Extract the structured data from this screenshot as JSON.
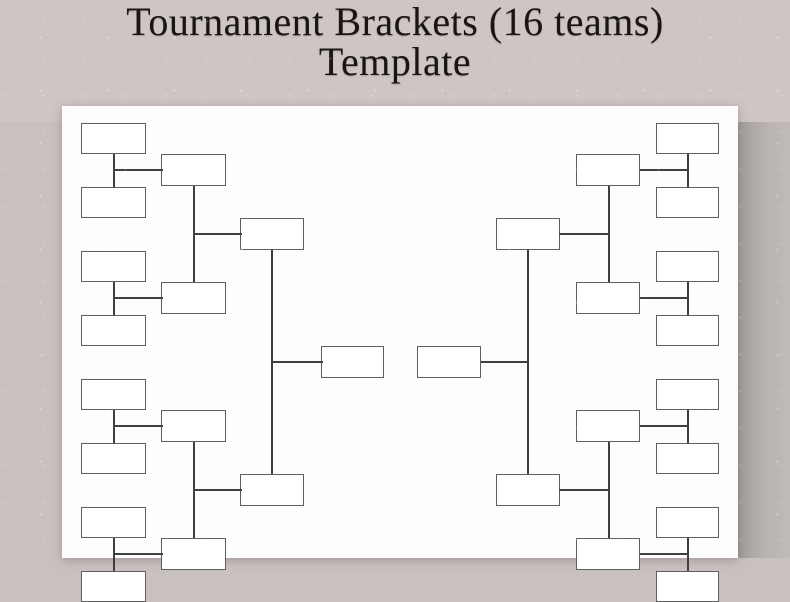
{
  "title": {
    "line1": "Tournament Brackets (16 teams)",
    "line2": "Template"
  },
  "bracket": {
    "team_count": 16,
    "type": "single-elimination",
    "sides": 2,
    "structure": {
      "round1_slots_per_side": 8,
      "round2_slots_per_side": 4,
      "semifinal_slots_per_side": 2,
      "finalist_slots": 2
    },
    "slot_text": "",
    "all_slots_empty": true
  },
  "colors": {
    "background": "#c9c1bf",
    "top_band": "#cfc6c4",
    "right_band_gray": "#aba5a3",
    "paper": "#fdfdfd",
    "slot_fill": "#ffffff",
    "slot_border": "#5e5e5e",
    "connector_line": "#3f3f3f",
    "title_text": "#181515"
  }
}
